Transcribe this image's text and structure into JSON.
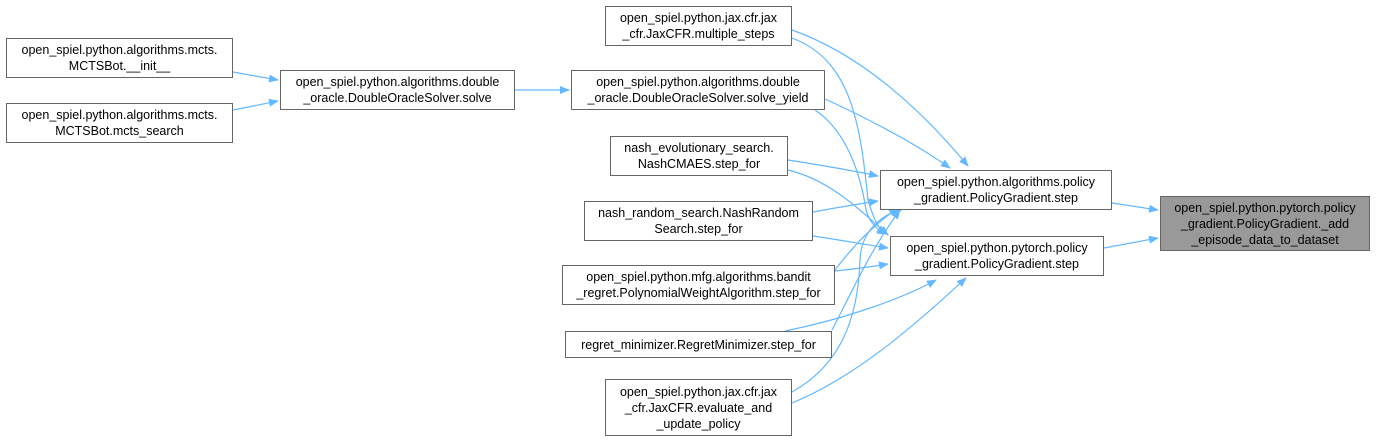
{
  "colors": {
    "edge": "#63b8ff",
    "border": "#666666",
    "focus_fill": "#999999"
  },
  "nodes": {
    "focus": {
      "line1": "open_spiel.python.pytorch.policy",
      "line2": "_gradient.PolicyGradient._add",
      "line3": "_episode_data_to_dataset"
    },
    "alg_pg_step": {
      "line1": "open_spiel.python.algorithms.policy",
      "line2": "_gradient.PolicyGradient.step"
    },
    "torch_pg_step": {
      "line1": "open_spiel.python.pytorch.policy",
      "line2": "_gradient.PolicyGradient.step"
    },
    "jax_multiple_steps": {
      "line1": "open_spiel.python.jax.cfr.jax",
      "line2": "_cfr.JaxCFR.multiple_steps"
    },
    "solve_yield": {
      "line1": "open_spiel.python.algorithms.double",
      "line2": "_oracle.DoubleOracleSolver.solve_yield"
    },
    "nash_evo": {
      "line1": "nash_evolutionary_search.",
      "line2": "NashCMAES.step_for"
    },
    "nash_random": {
      "line1": "nash_random_search.NashRandom",
      "line2": "Search.step_for"
    },
    "bandit": {
      "line1": "open_spiel.python.mfg.algorithms.bandit",
      "line2": "_regret.PolynomialWeightAlgorithm.step_for"
    },
    "regret_min": {
      "line1": "regret_minimizer.RegretMinimizer.step_for"
    },
    "jax_eval": {
      "line1": "open_spiel.python.jax.cfr.jax",
      "line2": "_cfr.JaxCFR.evaluate_and",
      "line3": "_update_policy"
    },
    "solve": {
      "line1": "open_spiel.python.algorithms.double",
      "line2": "_oracle.DoubleOracleSolver.solve"
    },
    "mcts_init": {
      "line1": "open_spiel.python.algorithms.mcts.",
      "line2": "MCTSBot.__init__"
    },
    "mcts_search": {
      "line1": "open_spiel.python.algorithms.mcts.",
      "line2": "MCTSBot.mcts_search"
    }
  }
}
